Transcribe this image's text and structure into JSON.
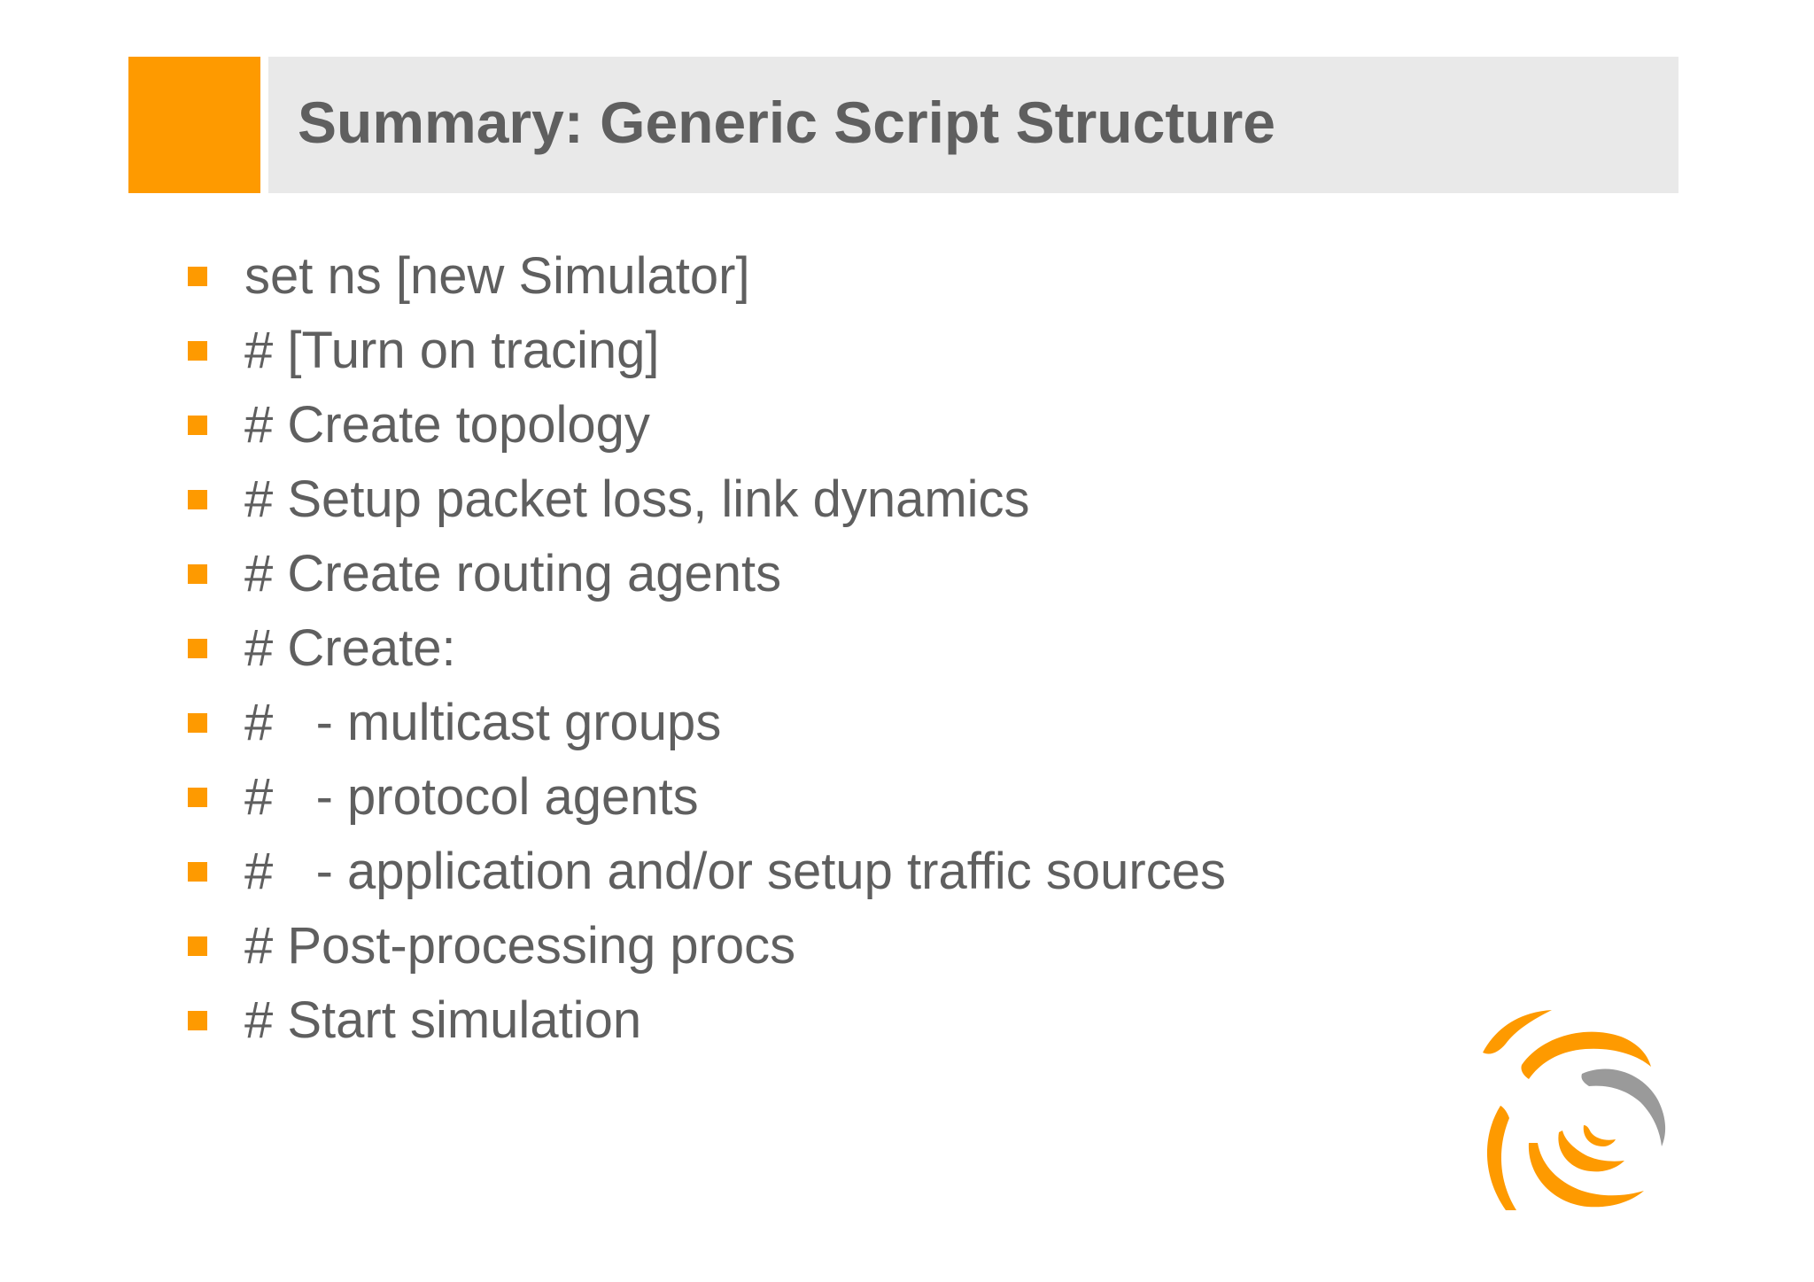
{
  "slide": {
    "title": "Summary: Generic Script Structure",
    "bullets": [
      "set ns [new Simulator]",
      "# [Turn on tracing]",
      "# Create topology",
      "# Setup packet loss, link dynamics",
      "# Create routing agents",
      "# Create:",
      "#   - multicast groups",
      "#   - protocol agents",
      "#   - application and/or setup traffic sources",
      "# Post-processing procs",
      "# Start simulation"
    ],
    "logo_icon": "swirl-logo-icon"
  },
  "colors": {
    "accent": "#fe9a00",
    "title_bar": "#e9e9e9",
    "text": "#5f5f5f",
    "logo_gray": "#9a9a9a"
  }
}
